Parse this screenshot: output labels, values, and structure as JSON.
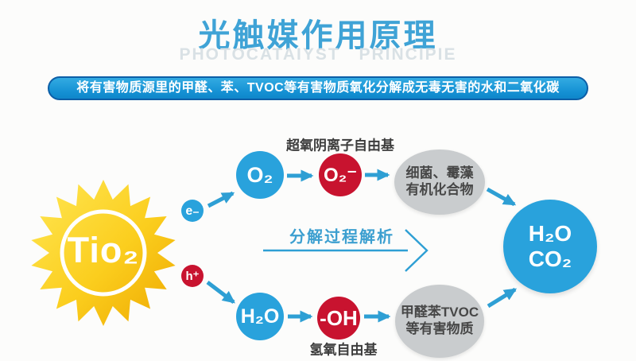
{
  "header": {
    "title": "光触媒作用原理",
    "subtitle": "PHOTOCATAIYST PRINCIPIE"
  },
  "banner": {
    "text": "将有害物质源里的甲醛、苯、TVOC等有害物质氧化分解成无毒无害的水和二氧化碳"
  },
  "colors": {
    "title_blue": "#3fa3d6",
    "subtitle_gray": "#d9e1e5",
    "banner_fill": "#1490d3",
    "banner_border": "#0c5ea7",
    "node_blue": "#29a2dc",
    "node_red": "#c8132f",
    "node_gray": "#c9ccce",
    "arrow_blue": "#2e9fd4",
    "sun_yellow_light": "#ffe754",
    "sun_yellow_deep": "#eea800"
  },
  "diagram": {
    "catalyst_label": "Tio₂",
    "electron_label": "e₋",
    "hole_label": "h⁺",
    "top_path": {
      "radical_label": "超氧阴离子自由基",
      "node1": "O₂",
      "node2": "O₂⁻",
      "target_line1": "细菌、霉藻",
      "target_line2": "有机化合物"
    },
    "bottom_path": {
      "radical_label": "氢氧自由基",
      "node1": "H₂O",
      "node2": "-OH",
      "target_line1": "甲醛苯TVOC",
      "target_line2": "等有害物质"
    },
    "process_label": "分解过程解析",
    "result_line1": "H₂O",
    "result_line2": "CO₂"
  }
}
